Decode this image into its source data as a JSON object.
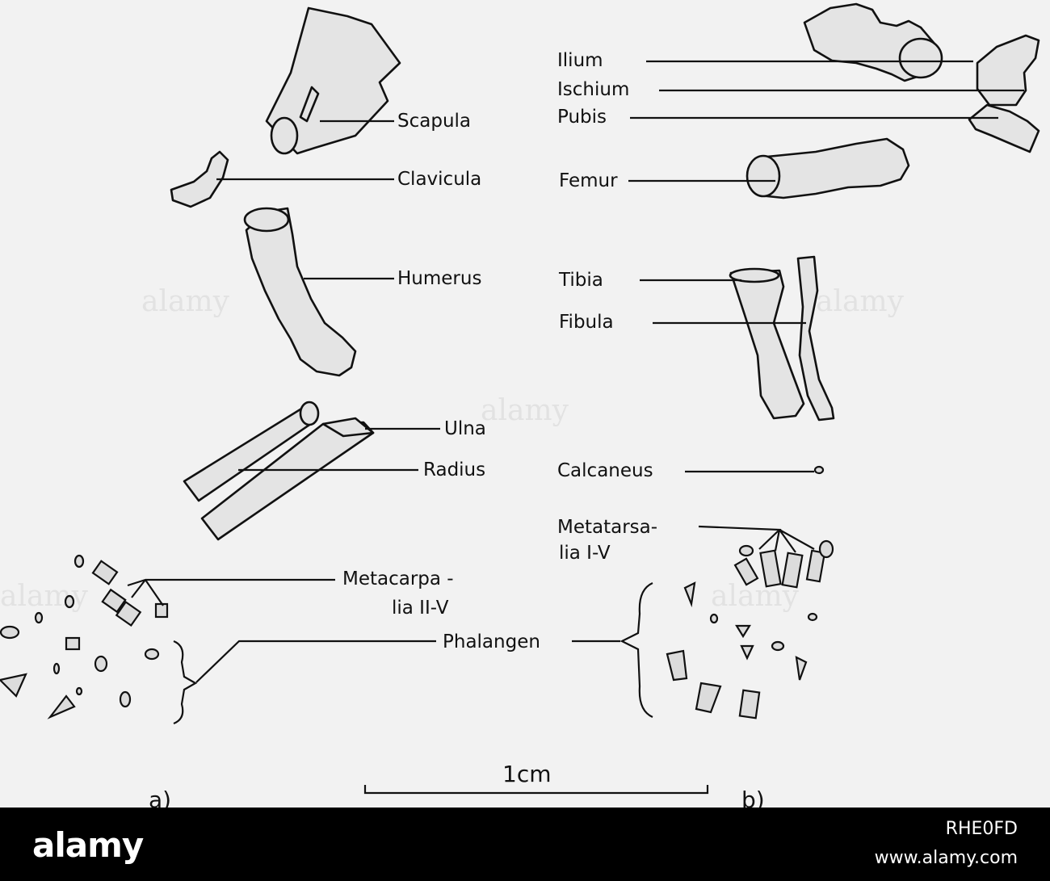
{
  "figure": {
    "labels": {
      "scapula": "Scapula",
      "clavicula": "Clavicula",
      "humerus": "Humerus",
      "ulna": "Ulna",
      "radius": "Radius",
      "metacarpalia_1": "Metacarpa -",
      "metacarpalia_2": "lia II-V",
      "phalangen": "Phalangen",
      "ilium": "Ilium",
      "ischium": "Ischium",
      "pubis": "Pubis",
      "femur": "Femur",
      "tibia": "Tibia",
      "fibula": "Fibula",
      "calcaneus": "Calcaneus",
      "metatarsalia_1": "Metatarsa-",
      "metatarsalia_2": "lia I-V"
    },
    "panel_a": "a)",
    "panel_b": "b)",
    "scale_bar": "1cm"
  },
  "watermark": {
    "text": "alamy"
  },
  "footer": {
    "brand": "alamy",
    "stock_id": "RHE0FD",
    "site": "www.alamy.com"
  },
  "colors": {
    "footer_bg": "#000000",
    "figure_bg": "#f2f2f2",
    "ink": "#111111"
  }
}
